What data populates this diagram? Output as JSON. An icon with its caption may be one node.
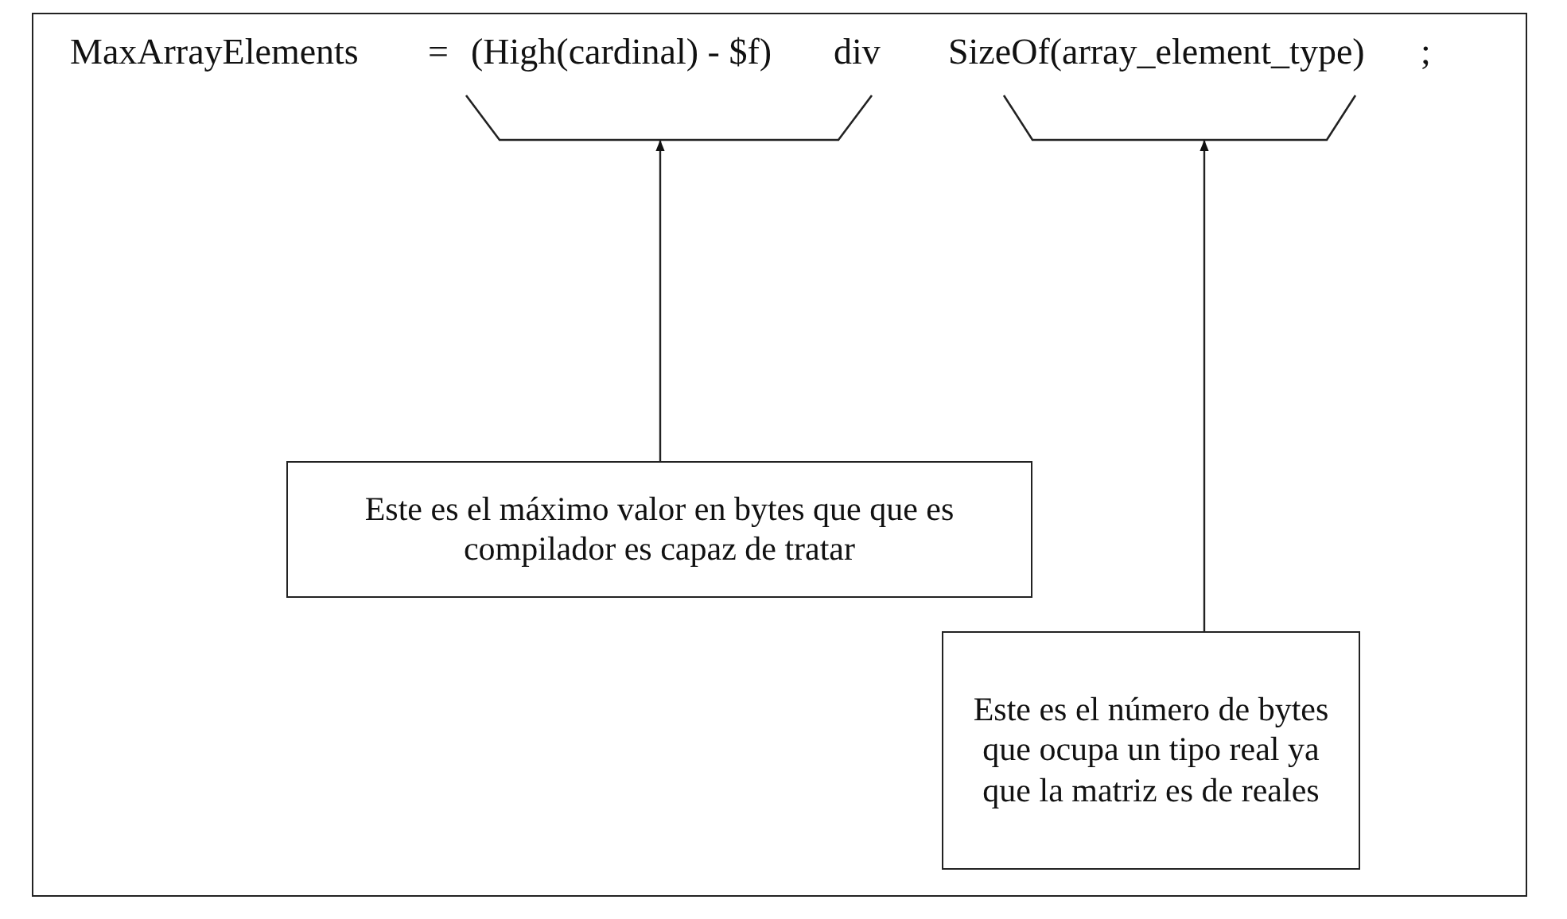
{
  "diagram": {
    "nodes": [
      {
        "text": [],
        "shape": "bracket"
      },
      {
        "text": [],
        "shape": "bracket"
      },
      {
        "text": [
          "Este es el máximo valor en bytes que que es compilador es capaz de tratar"
        ]
      },
      {
        "text": [
          "Este es el número de bytes que ocupa un tipo real ya que la matriz es de reales"
        ]
      }
    ],
    "edges": [
      {
        "from": 2,
        "to": 0,
        "arrow": "to"
      },
      {
        "from": 3,
        "to": 1,
        "arrow": "to"
      }
    ],
    "labels": [
      "MaxArrayElements",
      "=",
      "(High(cardinal) - $f)",
      "div",
      "SizeOf(array_element_type)",
      ";"
    ]
  }
}
